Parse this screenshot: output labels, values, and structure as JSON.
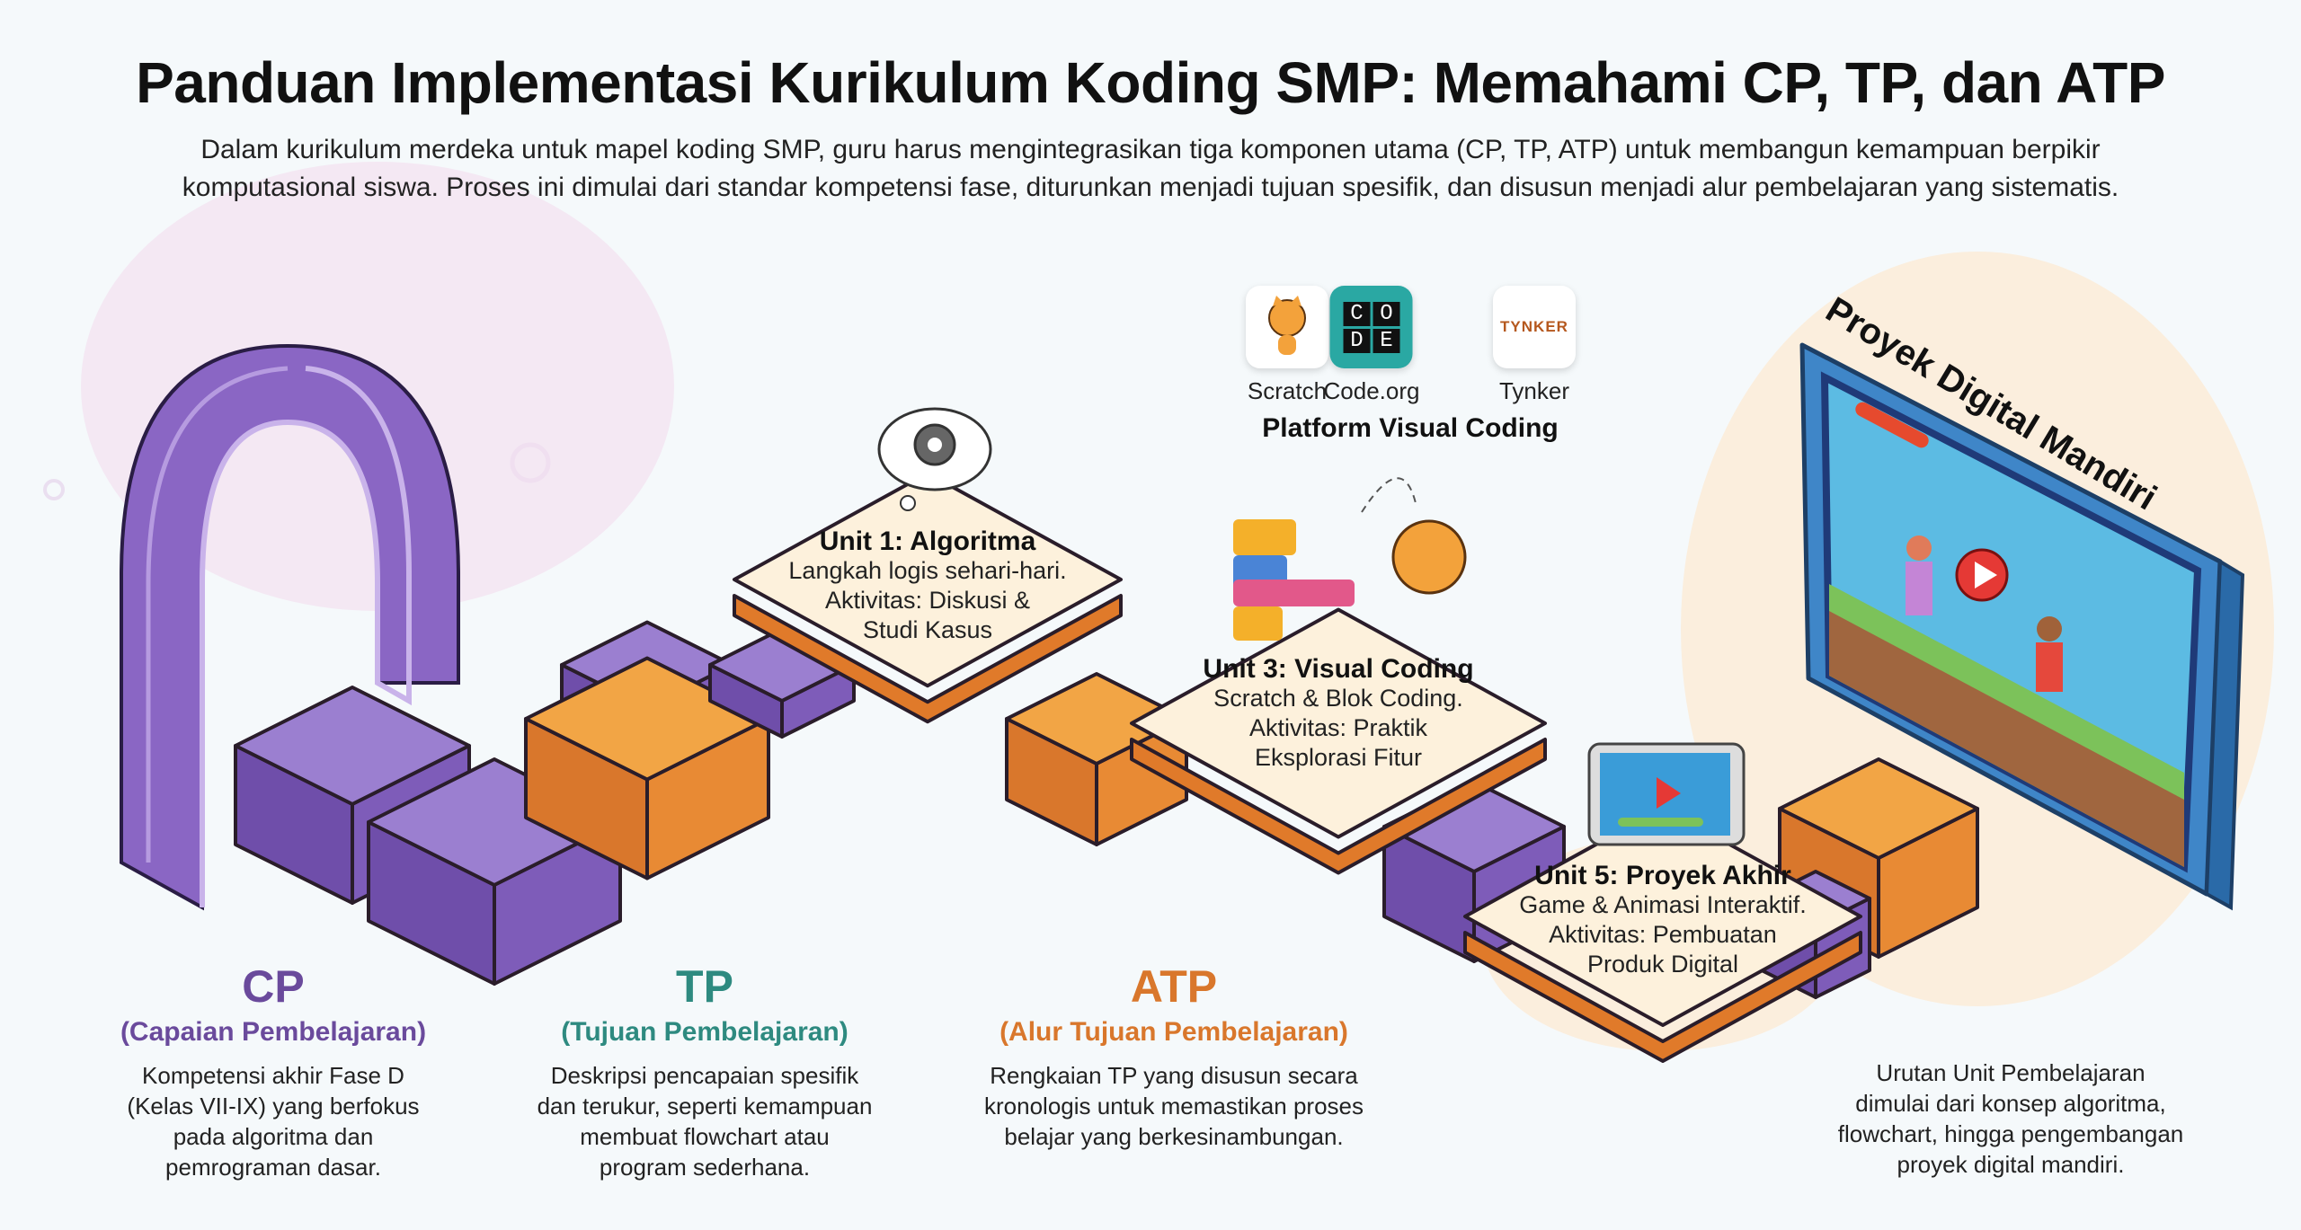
{
  "header": {
    "title": "Panduan Implementasi Kurikulum Koding SMP: Memahami CP, TP, dan ATP",
    "subtitle_lines": [
      "Dalam kurikulum merdeka untuk mapel koding SMP, guru harus mengintegrasikan tiga komponen utama (CP, TP, ATP) untuk membangun kemampuan berpikir",
      "komputasional siswa. Proses ini dimulai dari standar kompetensi fase, diturunkan menjadi tujuan spesifik, dan disusun menjadi alur pembelajaran yang sistematis."
    ]
  },
  "colors": {
    "purple": "#7b57b5",
    "teal": "#2e8a80",
    "orange": "#e8862e",
    "card_fill": "#fdf1dc",
    "monitor_blue": "#3f86c8"
  },
  "platforms": {
    "title": "Platform Visual Coding",
    "items": [
      {
        "label": "Scratch",
        "icon": "scratch-cat-icon"
      },
      {
        "label": "Code.org",
        "icon": "code-org-icon",
        "logo_text": [
          "C",
          "O",
          "D",
          "E"
        ]
      },
      {
        "label": "Tynker",
        "icon": "tynker-icon",
        "logo_text": "TYNKER"
      }
    ]
  },
  "units": [
    {
      "title": "Unit 1: Algoritma",
      "lines": [
        "Langkah logis sehari-hari.",
        "Aktivitas: Diskusi &",
        "Studi Kasus"
      ],
      "icon": "gear-thought-icon"
    },
    {
      "title": "Unit 3: Visual Coding",
      "lines": [
        "Scratch & Blok Coding.",
        "Aktivitas: Praktik",
        "Eksplorasi Fitur"
      ],
      "icon": "scratch-blocks-icon"
    },
    {
      "title": "Unit 5: Proyek Akhir",
      "lines": [
        "Game & Animasi Interaktif.",
        "Aktivitas: Pembuatan",
        "Produk Digital"
      ],
      "icon": "tablet-game-icon"
    }
  ],
  "monitor": {
    "title": "Proyek Digital Mandiri"
  },
  "legend": [
    {
      "abbr": "CP",
      "full": "(Capaian Pembelajaran)",
      "color": "#6a4a9c",
      "desc": [
        "Kompetensi akhir Fase D",
        "(Kelas VII-IX) yang berfokus",
        "pada algoritma dan",
        "pemrograman dasar."
      ]
    },
    {
      "abbr": "TP",
      "full": "(Tujuan Pembelajaran)",
      "color": "#2e8a80",
      "desc": [
        "Deskripsi pencapaian spesifik",
        "dan terukur, seperti kemampuan",
        "membuat flowchart atau",
        "program sederhana."
      ]
    },
    {
      "abbr": "ATP",
      "full": "(Alur Tujuan Pembelajaran)",
      "color": "#d9772c",
      "desc": [
        "Rengkaian TP yang disusun secara",
        "kronologis untuk memastikan proses",
        "belajar yang berkesinambungan."
      ]
    }
  ],
  "summary": {
    "lines": [
      "Urutan Unit Pembelajaran",
      "dimulai dari konsep algoritma,",
      "flowchart, hingga pengembangan",
      "proyek digital mandiri."
    ]
  }
}
